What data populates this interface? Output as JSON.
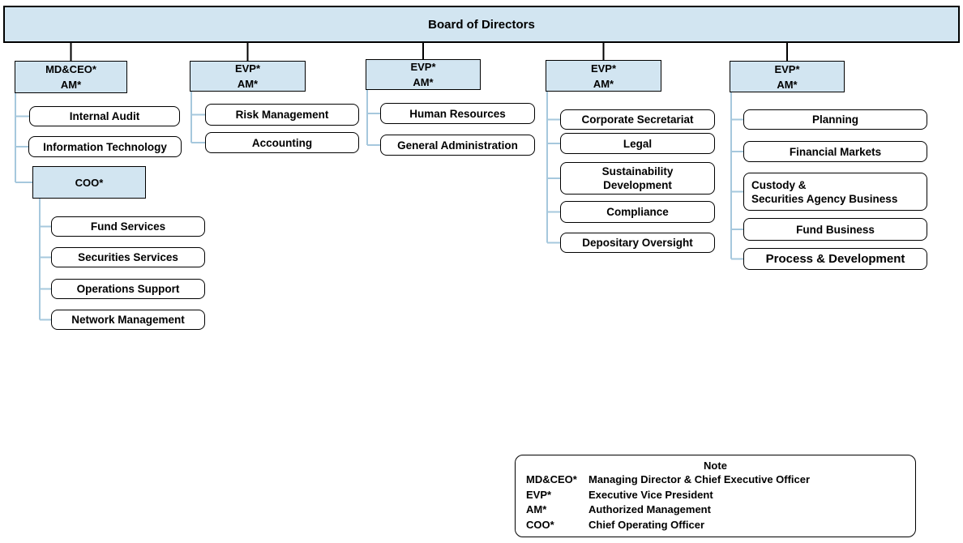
{
  "board": {
    "label": "Board of Directors"
  },
  "branches": [
    {
      "head": "MD&CEO*\nAM*",
      "children": [
        "Internal Audit",
        "Information Technology"
      ]
    },
    {
      "head": "EVP*\nAM*",
      "children": [
        "Risk Management",
        "Accounting"
      ]
    },
    {
      "head": "EVP*\nAM*",
      "children": [
        "Human Resources",
        "General Administration"
      ]
    },
    {
      "head": "EVP*\nAM*",
      "children": [
        "Corporate Secretariat",
        "Legal",
        "Sustainability\nDevelopment",
        "Compliance",
        "Depositary Oversight"
      ]
    },
    {
      "head": "EVP*\nAM*",
      "children": [
        "Planning",
        "Financial Markets",
        "Custody &\nSecurities Agency Business",
        "Fund Business",
        "Process & Development"
      ]
    }
  ],
  "coo": {
    "head": "COO*",
    "children": [
      "Fund Services",
      "Securities Services",
      "Operations Support",
      "Network Management"
    ]
  },
  "note": {
    "title": "Note",
    "entries": [
      {
        "term": "MD&CEO*",
        "definition": "Managing Director & Chief Executive Officer"
      },
      {
        "term": "EVP*",
        "definition": "Executive Vice President"
      },
      {
        "term": "AM*",
        "definition": "Authorized Management"
      },
      {
        "term": "COO*",
        "definition": "Chief Operating Officer"
      }
    ]
  },
  "colors": {
    "box-fill": "#d2e5f1",
    "box-border": "#000000",
    "connector": "#a6c8dd",
    "child-fill": "#ffffff"
  }
}
